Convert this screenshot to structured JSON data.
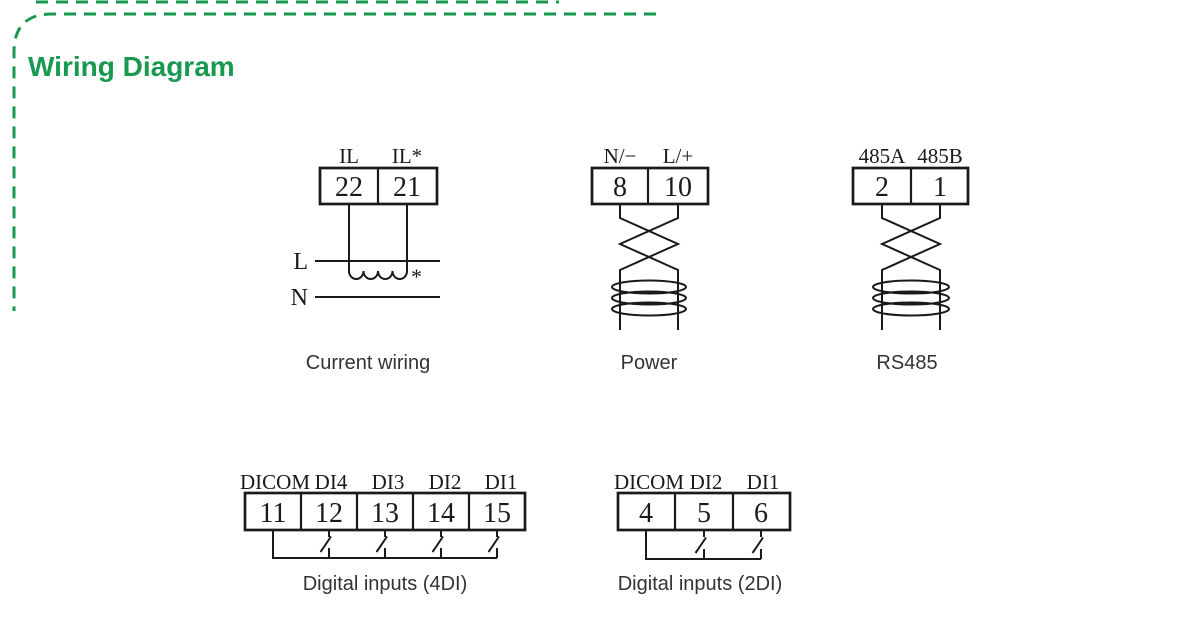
{
  "title": "Wiring Diagram",
  "colors": {
    "accent_green": "#18994f",
    "line_black": "#1a1a1a"
  },
  "diagrams": {
    "current_wiring": {
      "caption": "Current wiring",
      "terminal_labels": [
        "IL",
        "IL*"
      ],
      "terminal_numbers": [
        "22",
        "21"
      ],
      "phase_label": "L",
      "neutral_label": "N",
      "polarity_mark": "*"
    },
    "power": {
      "caption": "Power",
      "terminal_labels": [
        "N/−",
        "L/+"
      ],
      "terminal_numbers": [
        "8",
        "10"
      ]
    },
    "rs485": {
      "caption": "RS485",
      "terminal_labels": [
        "485A",
        "485B"
      ],
      "terminal_numbers": [
        "2",
        "1"
      ]
    },
    "digital_inputs_4di": {
      "caption": "Digital inputs (4DI)",
      "terminal_labels": [
        "DICOM",
        "DI4",
        "DI3",
        "DI2",
        "DI1"
      ],
      "terminal_numbers": [
        "11",
        "12",
        "13",
        "14",
        "15"
      ]
    },
    "digital_inputs_2di": {
      "caption": "Digital inputs (2DI)",
      "terminal_labels": [
        "DICOM",
        "DI2",
        "DI1"
      ],
      "terminal_numbers": [
        "4",
        "5",
        "6"
      ]
    }
  }
}
